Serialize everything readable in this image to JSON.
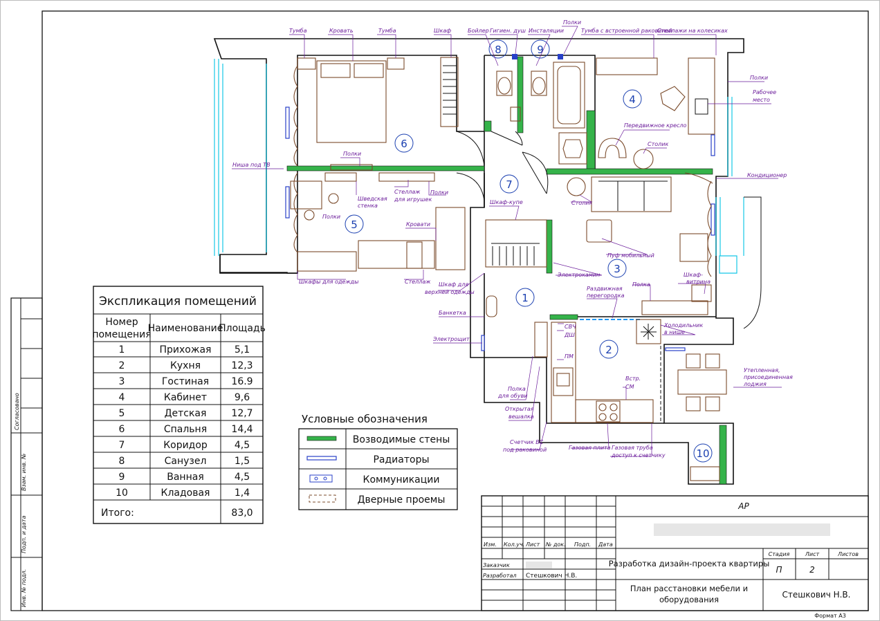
{
  "labels": {
    "tumba1": "Тумба",
    "krovat": "Кровать",
    "tumba2": "Тумба",
    "shkaf": "Шкаф",
    "boiler": "Бойлер",
    "gigien_dush": "Гигиен. душ",
    "installyatsii": "Инсталяции",
    "polki_top": "Полки",
    "tumba_rak": "Тумба с встроенной раковиной",
    "stellazhi_kolesa": "Стеллажи на колесиках",
    "polki_right": "Полки",
    "rabochee_mesto_1": "Рабочее",
    "rabochee_mesto_2": "место",
    "peredv_kreslo": "Передвижное кресло",
    "stolik1": "Столик",
    "nisha_tv": "Ниша под ТВ",
    "polki_bed": "Полки",
    "shved_stenka_1": "Шведская",
    "shved_stenka_2": "стенка",
    "stellazh_igrushki_1": "Стеллаж",
    "stellazh_igrushki_2": "для игрушек",
    "polki_kids1": "Полки",
    "polki_kids2": "Полки",
    "konditsioner": "Кондиционер",
    "shkaf_kupe": "Шкаф-купе",
    "stolik2": "Столик",
    "krovati": "Кровати",
    "puf": "Пуф мобильный",
    "elektrokamin": "Электрокамин",
    "shkafy_odezhda": "Шкафы для одежды",
    "stellazh": "Стеллаж",
    "shkaf_verh_1": "Шкаф для",
    "shkaf_verh_2": "верхней одежды",
    "razdv_peregorodka_1": "Раздвижная",
    "razdv_peregorodka_2": "перегородка",
    "polka_gost": "Полка",
    "shkaf_vitrina_1": "Шкаф-",
    "shkaf_vitrina_2": "витрина",
    "banketka": "Банкетка",
    "holodilnik_1": "Холодильник",
    "holodilnik_2": "в нише",
    "svch": "СВЧ",
    "dsh": "ДШ",
    "pm": "ПМ",
    "elektroshchit": "Электрощит",
    "vstr_sm_1": "Встр.",
    "vstr_sm_2": "СМ",
    "uteplen_1": "Утепленная,",
    "uteplen_2": "присоединенная",
    "uteplen_3": "лоджия",
    "polka_obuv_1": "Полка",
    "polka_obuv_2": "для обуви",
    "vesh_1": "Открытая",
    "vesh_2": "вешалка",
    "schetchik_1": "Счетчик ВС",
    "schetchik_2": "под раковиной",
    "gaz_plita": "Газовая плита",
    "gaz_truba_1": "Газовая труба",
    "gaz_truba_2": "доступ к счетчику"
  },
  "rooms": [
    "1",
    "2",
    "3",
    "4",
    "5",
    "6",
    "7",
    "8",
    "9",
    "10"
  ],
  "explication": {
    "title": "Экспликация помещений",
    "col_num_1": "Номер",
    "col_num_2": "помещения",
    "col_name": "Наименование",
    "col_area": "Площадь",
    "rows": [
      {
        "n": "1",
        "name": "Прихожая",
        "area": "5,1"
      },
      {
        "n": "2",
        "name": "Кухня",
        "area": "12,3"
      },
      {
        "n": "3",
        "name": "Гостиная",
        "area": "16.9"
      },
      {
        "n": "4",
        "name": "Кабинет",
        "area": "9,6"
      },
      {
        "n": "5",
        "name": "Детская",
        "area": "12,7"
      },
      {
        "n": "6",
        "name": "Спальня",
        "area": "14,4"
      },
      {
        "n": "7",
        "name": "Коридор",
        "area": "4,5"
      },
      {
        "n": "8",
        "name": "Санузел",
        "area": "1,5"
      },
      {
        "n": "9",
        "name": "Ванная",
        "area": "4,5"
      },
      {
        "n": "10",
        "name": "Кладовая",
        "area": "1,4"
      }
    ],
    "total_label": "Итого:",
    "total_value": "83,0"
  },
  "legend": {
    "title": "Условные обозначения",
    "items": [
      "Возводимые стены",
      "Радиаторы",
      "Коммуникации",
      "Дверные проемы"
    ]
  },
  "side_stamp": {
    "soglasovano": "Согласовано",
    "vzam": "Взам. инв. №",
    "podp_data": "Подп. и дата",
    "inv_podl": "Инв. № подл."
  },
  "title_block": {
    "code": "АР",
    "headers": [
      "Изм.",
      "Кол.уч.",
      "Лист",
      "№ док.",
      "Подп.",
      "Дата"
    ],
    "zakazchik": "Заказчик",
    "razrabotal": "Разработал",
    "razrabotal_name": "Стешкович Н.В.",
    "project": "Разработка дизайн-проекта квартиры",
    "stadiya_h": "Стадия",
    "list_h": "Лист",
    "listov_h": "Листов",
    "stadiya": "П",
    "list": "2",
    "sheet_title_1": "План расстановки мебели и",
    "sheet_title_2": "оборудования",
    "author": "Стешкович Н.В.",
    "format": "Формат А3"
  }
}
